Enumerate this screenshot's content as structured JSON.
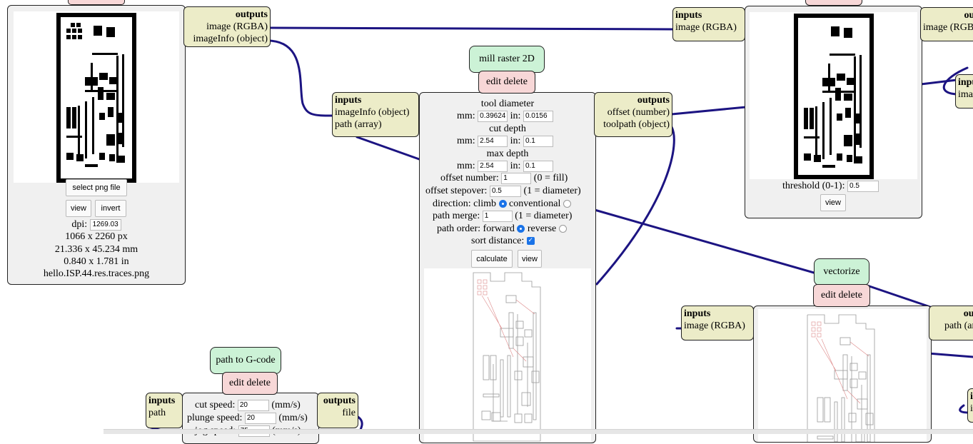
{
  "colors": {
    "wire": "#1c1482",
    "module_bg": "#f0f0f0",
    "title_bg": "#ccf2d6",
    "edit_bg": "#f7d7d7",
    "io_bg": "#ececc8",
    "accent": "#1a73e8"
  },
  "common": {
    "edit_delete": "edit delete",
    "inputs": "inputs",
    "outputs": "outputs"
  },
  "png": {
    "outputs": [
      "image (RGBA)",
      "imageInfo (object)"
    ],
    "select_label": "select png file",
    "view_label": "view",
    "invert_label": "invert",
    "dpi_label": "dpi:",
    "dpi_value": "1269.03",
    "px": "1066 x 2260 px",
    "mm": "21.336 x 45.234 mm",
    "inch": "0.840 x 1.781 in",
    "filename": "hello.ISP.44.res.traces.png"
  },
  "mill": {
    "title": "mill raster 2D",
    "inputs": [
      "imageInfo (object)",
      "path (array)"
    ],
    "outputs": [
      "offset (number)",
      "toolpath (object)"
    ],
    "tool_diameter_label": "tool diameter",
    "mm_label": "mm:",
    "in_label": "in:",
    "tool_mm": "0.39624",
    "tool_in": "0.0156",
    "cut_depth_label": "cut depth",
    "cut_mm": "2.54",
    "cut_in": "0.1",
    "max_depth_label": "max depth",
    "max_mm": "2.54",
    "max_in": "0.1",
    "offset_number_label": "offset number:",
    "offset_number": "1",
    "offset_number_hint": "(0 = fill)",
    "offset_stepover_label": "offset stepover:",
    "offset_stepover": "0.5",
    "offset_stepover_hint": "(1 = diameter)",
    "direction_label": "direction: climb",
    "direction_alt": "conventional",
    "path_merge_label": "path merge:",
    "path_merge": "1",
    "path_merge_hint": "(1 = diameter)",
    "path_order_label": "path order: forward",
    "path_order_alt": "reverse",
    "sort_distance_label": "sort distance:",
    "calculate_label": "calculate",
    "view_label": "view"
  },
  "threshold": {
    "inputs": [
      "image (RGBA)"
    ],
    "outputs_partial": "out",
    "output_partial": "image (RGBA)",
    "label": "threshold (0-1):",
    "value": "0.5",
    "view_label": "view",
    "right_inputs_partial": "inpu",
    "right_input_partial": "ima"
  },
  "vectorize": {
    "title": "vectorize",
    "inputs": [
      "image (RGBA)"
    ],
    "outputs_partial": "outp",
    "output_partial": "path (arra",
    "right_partial_top": "in",
    "right_partial_bottom": "in"
  },
  "gcode": {
    "title": "path to G-code",
    "input": "path",
    "output": "file",
    "cut_speed_label": "cut speed:",
    "cut_speed": "20",
    "plunge_speed_label": "plunge speed:",
    "plunge_speed": "20",
    "jog_speed_label": "jog speed:",
    "jog_speed": "75",
    "unit": "(mm/s)"
  }
}
